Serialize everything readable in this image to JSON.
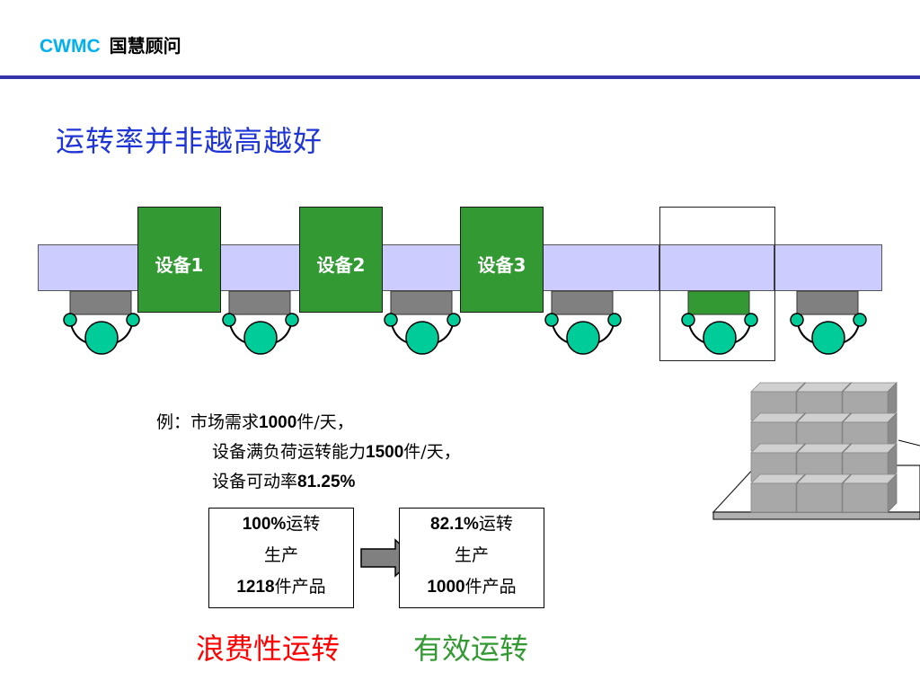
{
  "header": {
    "brand_en": "CWMC",
    "brand_cn": "国慧顾问"
  },
  "title": "运转率并非越高越好",
  "machines": [
    "设备1",
    "设备2",
    "设备3"
  ],
  "example": {
    "prefix": "例：",
    "line1_a": "市场需求",
    "line1_num": "1000",
    "line1_b": "件/天，",
    "line2_a": "设备满负荷运转能力",
    "line2_num": "1500",
    "line2_b": "件/天，",
    "line3_a": "设备可动率",
    "line3_num": "81.25%"
  },
  "box_left": {
    "l1_num": "100%",
    "l1_txt": "运转",
    "l2": "生产",
    "l3_num": "1218",
    "l3_txt": "件产品"
  },
  "box_right": {
    "l1_num": "82.1%",
    "l1_txt": "运转",
    "l2": "生产",
    "l3_num": "1000",
    "l3_txt": "件产品"
  },
  "labels": {
    "waste": "浪费性运转",
    "effective": "有效运转"
  },
  "colors": {
    "title": "#1f35d6",
    "brand": "#00b0f0",
    "machine": "#339933",
    "conveyor": "#ccccff",
    "operator": "#00cc99",
    "waste": "#ff0000",
    "effective": "#339933"
  },
  "icons": [
    "operator-icon",
    "product-pallet-icon",
    "right-arrow-icon"
  ]
}
